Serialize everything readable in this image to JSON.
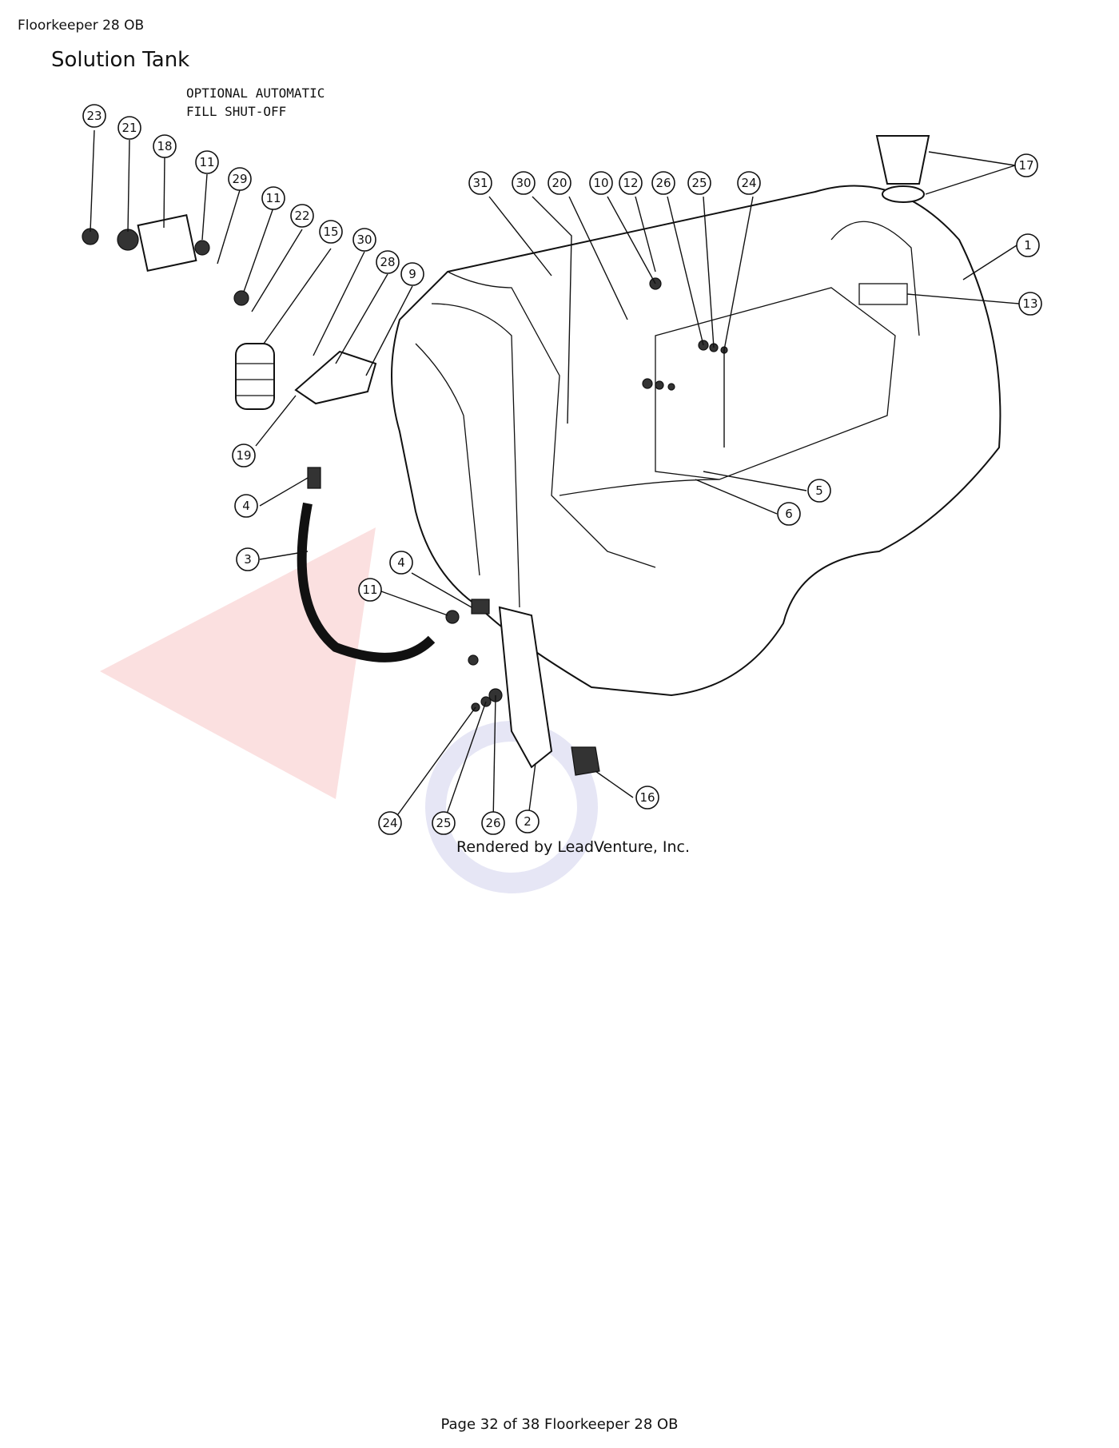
{
  "header": {
    "doc_title": "Floorkeeper 28 OB"
  },
  "page": {
    "section_title": "Solution Tank",
    "footer": "Page 32 of 38 Floorkeeper 28 OB"
  },
  "diagram": {
    "note_line1": "OPTIONAL AUTOMATIC",
    "note_line2": "FILL SHUT-OFF",
    "credit": "Rendered by LeadVenture, Inc.",
    "callouts": [
      {
        "label": "23"
      },
      {
        "label": "21"
      },
      {
        "label": "18"
      },
      {
        "label": "11"
      },
      {
        "label": "29"
      },
      {
        "label": "11"
      },
      {
        "label": "22"
      },
      {
        "label": "15"
      },
      {
        "label": "30"
      },
      {
        "label": "28"
      },
      {
        "label": "9"
      },
      {
        "label": "31"
      },
      {
        "label": "30"
      },
      {
        "label": "20"
      },
      {
        "label": "10"
      },
      {
        "label": "12"
      },
      {
        "label": "26"
      },
      {
        "label": "25"
      },
      {
        "label": "24"
      },
      {
        "label": "17"
      },
      {
        "label": "1"
      },
      {
        "label": "13"
      },
      {
        "label": "5"
      },
      {
        "label": "6"
      },
      {
        "label": "19"
      },
      {
        "label": "4"
      },
      {
        "label": "3"
      },
      {
        "label": "4"
      },
      {
        "label": "11"
      },
      {
        "label": "16"
      },
      {
        "label": "24"
      },
      {
        "label": "25"
      },
      {
        "label": "26"
      },
      {
        "label": "2"
      }
    ]
  }
}
